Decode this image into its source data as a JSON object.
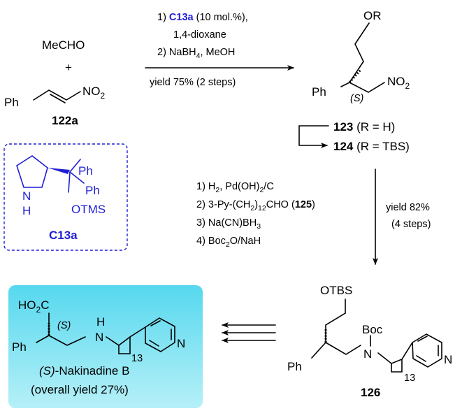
{
  "colors": {
    "catalyst": "#1f1fd6",
    "product_box_top": "#56d8ee",
    "product_box_bottom": "#b6f0f8"
  },
  "reactants": {
    "aldehyde": "MeCHO",
    "plus": "+",
    "ph": "Ph",
    "no2": "NO",
    "no2_sub": "2",
    "label": "122a"
  },
  "step1": {
    "line1_pre": "1) ",
    "line1_cat": "C13a",
    "line1_post": " (10 mol.%),",
    "line2": "1,4-dioxane",
    "line3_pre": "2) NaBH",
    "line3_sub": "4",
    "line3_post": ", MeOH",
    "yield": "yield 75% (2 steps)"
  },
  "product123": {
    "or": "OR",
    "ph": "Ph",
    "stereo": "(S)",
    "no2": "NO",
    "no2_sub": "2",
    "label123": "123",
    "r123": " (R = H)",
    "label124": "124",
    "r124": " (R = TBS)"
  },
  "catalyst": {
    "ph1": "Ph",
    "ph2": "Ph",
    "nh_n": "N",
    "nh_h": "H",
    "otms": "OTMS",
    "label": "C13a"
  },
  "step2": {
    "l1_pre": "1) H",
    "l1_sub1": "2",
    "l1_mid": ", Pd(OH)",
    "l1_sub2": "2",
    "l1_post": "/C",
    "l2_pre": "2) 3-Py-(CH",
    "l2_sub1": "2",
    "l2_mid": ")",
    "l2_sub2": "12",
    "l2_post": "CHO (",
    "l2_num": "125",
    "l2_end": ")",
    "l3_pre": "3) Na(CN)BH",
    "l3_sub": "3",
    "l4_pre": "4) Boc",
    "l4_sub": "2",
    "l4_post": "O/NaH",
    "yield1": "yield 82%",
    "yield2": "(4 steps)"
  },
  "product126": {
    "otbs": "OTBS",
    "boc": "Boc",
    "n": "N",
    "ph": "Ph",
    "sub13": "13",
    "py_n": "N",
    "label": "126"
  },
  "final": {
    "acid": "HO",
    "acid_sub": "2",
    "acid_c": "C",
    "stereo": "(S)",
    "h": "H",
    "n": "N",
    "ph": "Ph",
    "sub13": "13",
    "py_n": "N",
    "name_s": "(S)",
    "name_rest": "-Nakinadine B",
    "overall": "(overall yield 27%)"
  }
}
